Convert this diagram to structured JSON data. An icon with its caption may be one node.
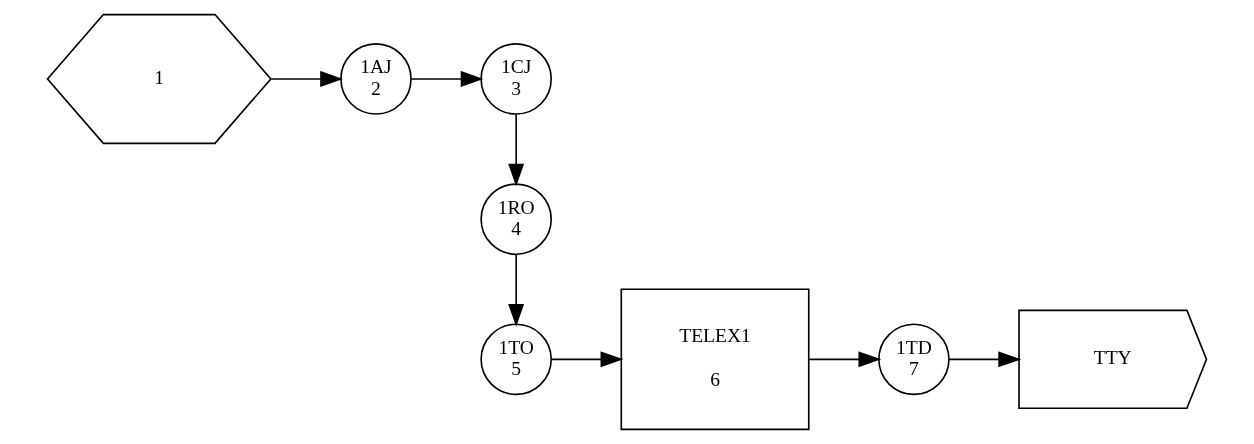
{
  "diagram": {
    "nodes": [
      {
        "text": [
          "1"
        ]
      },
      {
        "text": [
          "1AJ",
          "2"
        ]
      },
      {
        "text": [
          "1CJ",
          "3"
        ]
      },
      {
        "text": [
          "1RO",
          "4"
        ]
      },
      {
        "text": [
          "1TO",
          "5"
        ]
      },
      {
        "text": [
          "TELEX1",
          "6"
        ]
      },
      {
        "text": [
          "1TD",
          "7"
        ]
      },
      {
        "text": [
          "TTY"
        ]
      }
    ],
    "edges": [
      {
        "from": 0,
        "to": 1,
        "arrow": "to"
      },
      {
        "from": 1,
        "to": 2,
        "arrow": "to"
      },
      {
        "from": 2,
        "to": 3,
        "arrow": "to"
      },
      {
        "from": 3,
        "to": 4,
        "arrow": "to"
      },
      {
        "from": 4,
        "to": 5,
        "arrow": "to"
      },
      {
        "from": 5,
        "to": 6,
        "arrow": "to"
      },
      {
        "from": 6,
        "to": 7,
        "arrow": "to"
      }
    ]
  }
}
